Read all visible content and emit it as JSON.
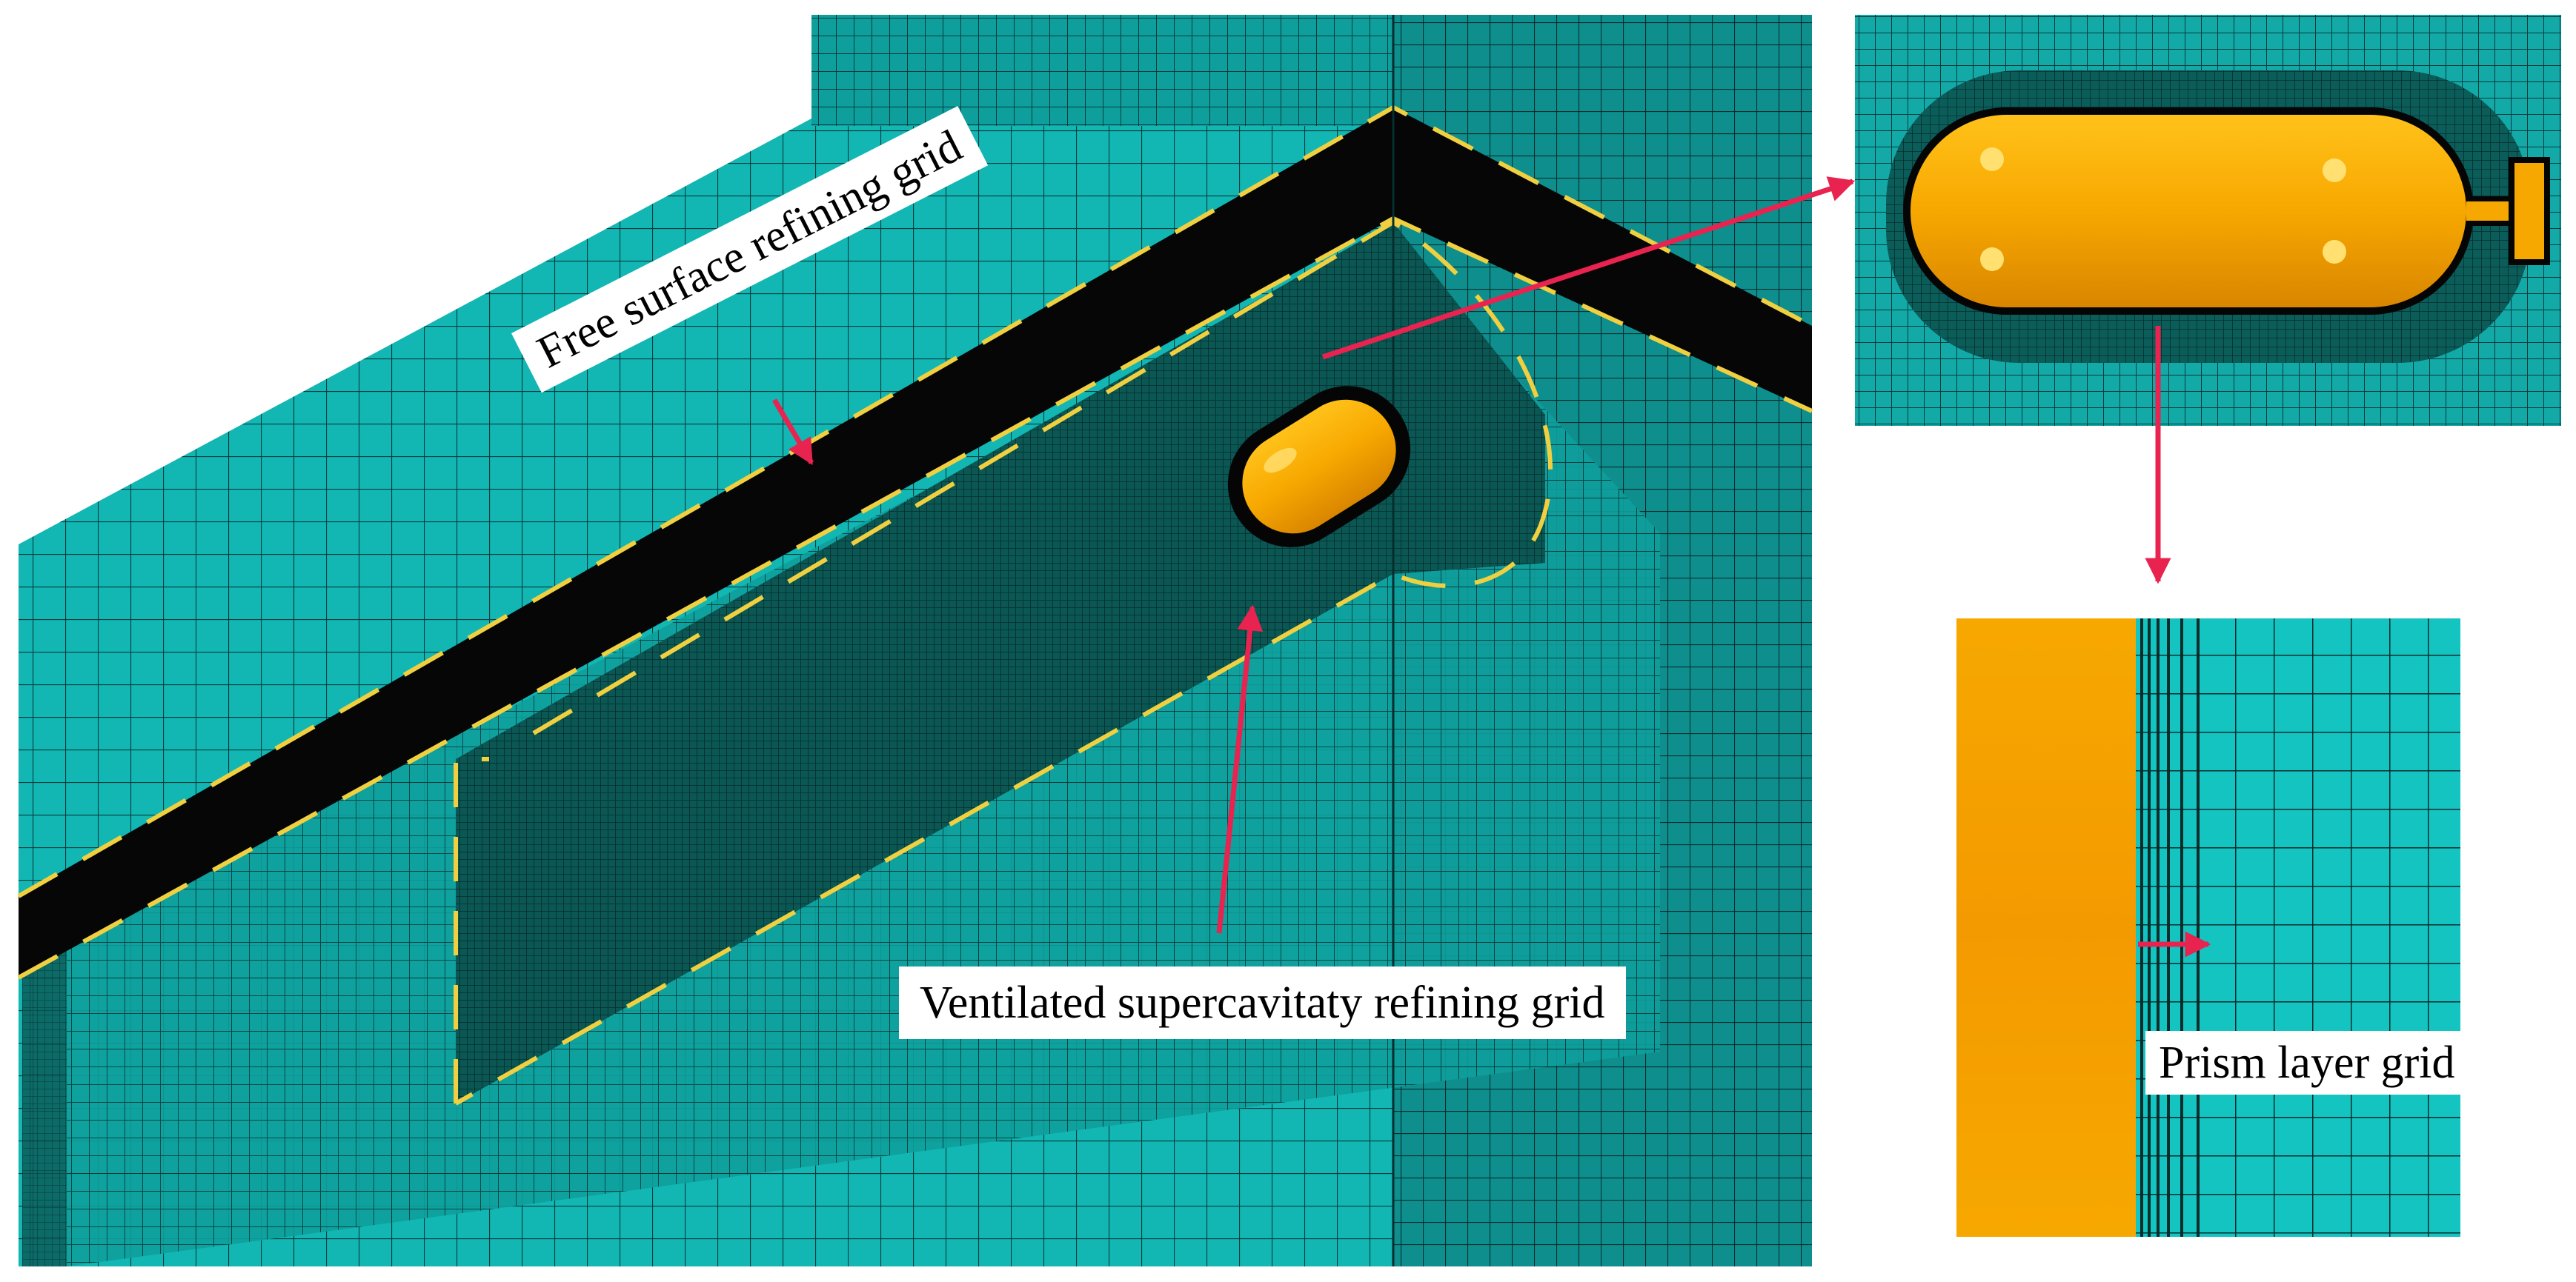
{
  "labels": {
    "free_surface": "Free surface refining grid",
    "ventilated": "Ventilated supercavitaty  refining grid",
    "prism": "Prism layer grid"
  },
  "colors": {
    "mesh_fill": "#0fb3b1",
    "mesh_line": "#063c3c",
    "dense_fill": "#0c4a47",
    "band": "#060606",
    "dash": "#f0d040",
    "body": "#f7a800",
    "arrow": "#e8234f"
  }
}
